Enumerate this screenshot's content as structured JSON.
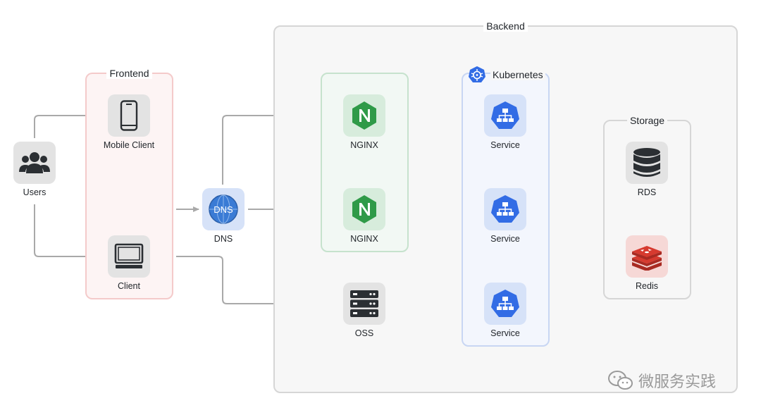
{
  "groups": {
    "backend": "Backend",
    "frontend": "Frontend",
    "kubernetes": "Kubernetes",
    "storage": "Storage"
  },
  "nodes": {
    "users": "Users",
    "mobile_client": "Mobile Client",
    "client": "Client",
    "dns": "DNS",
    "dns_icon_text": "DNS",
    "nginx_1": "NGINX",
    "nginx_2": "NGINX",
    "oss": "OSS",
    "service_1": "Service",
    "service_2": "Service",
    "service_3": "Service",
    "rds": "RDS",
    "redis": "Redis"
  },
  "watermark": "微服务实践",
  "colors": {
    "frontend_border": "#f4caca",
    "nginx_border": "#c6e2cd",
    "k8s_border": "#c8d6f3",
    "backend_border": "#d6d6d6",
    "nginx_green": "#2f9a48",
    "k8s_blue": "#326ce5",
    "redis_red": "#d63a2f",
    "arrow": "#a9a9a9"
  }
}
